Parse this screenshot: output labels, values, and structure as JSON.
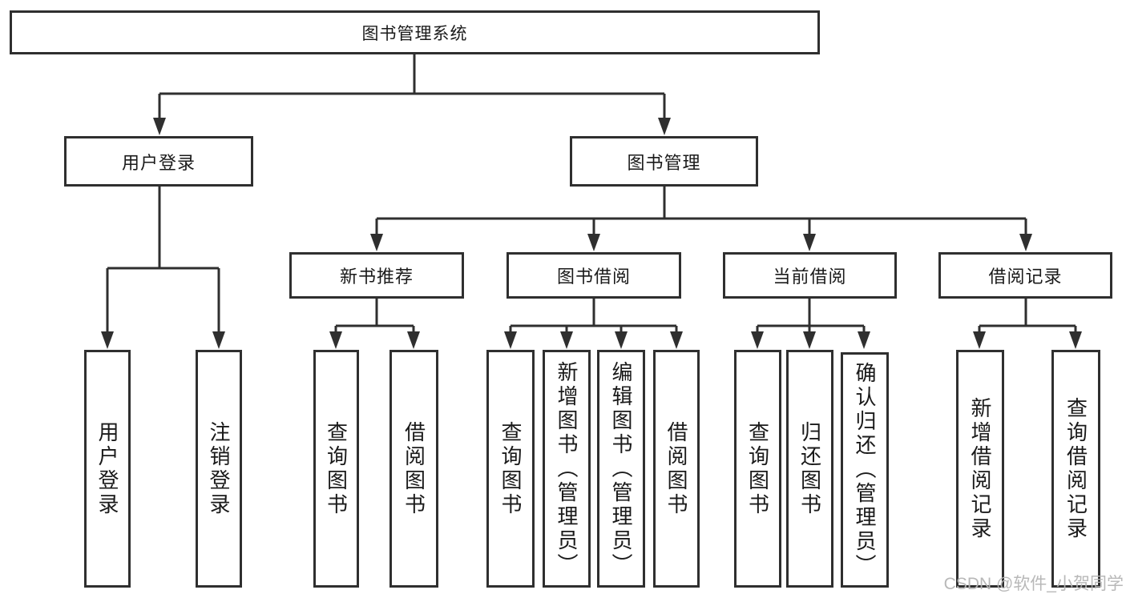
{
  "diagram": {
    "type": "hierarchy-tree",
    "root": {
      "label": "图书管理系统"
    },
    "branches": [
      {
        "label": "用户登录",
        "children": [
          {
            "label": "用户登录"
          },
          {
            "label": "注销登录"
          }
        ]
      },
      {
        "label": "图书管理",
        "children": [
          {
            "label": "新书推荐",
            "children": [
              {
                "label": "查询图书"
              },
              {
                "label": "借阅图书"
              }
            ]
          },
          {
            "label": "图书借阅",
            "children": [
              {
                "label": "查询图书"
              },
              {
                "label": "新增图书（管理员）"
              },
              {
                "label": "编辑图书（管理员）"
              },
              {
                "label": "借阅图书"
              }
            ]
          },
          {
            "label": "当前借阅",
            "children": [
              {
                "label": "查询图书"
              },
              {
                "label": "归还图书"
              },
              {
                "label": "确认归还（管理员）"
              }
            ]
          },
          {
            "label": "借阅记录",
            "children": [
              {
                "label": "新增借阅记录"
              },
              {
                "label": "查询借阅记录"
              }
            ]
          }
        ]
      }
    ]
  },
  "colors": {
    "line": "#2f2f2f",
    "box_border": "#2f2f2f",
    "text": "#1a1a1a",
    "background": "#ffffff",
    "watermark": "#b5b5b5"
  },
  "watermark": {
    "text": "CSDN @软件_小贺同学"
  }
}
